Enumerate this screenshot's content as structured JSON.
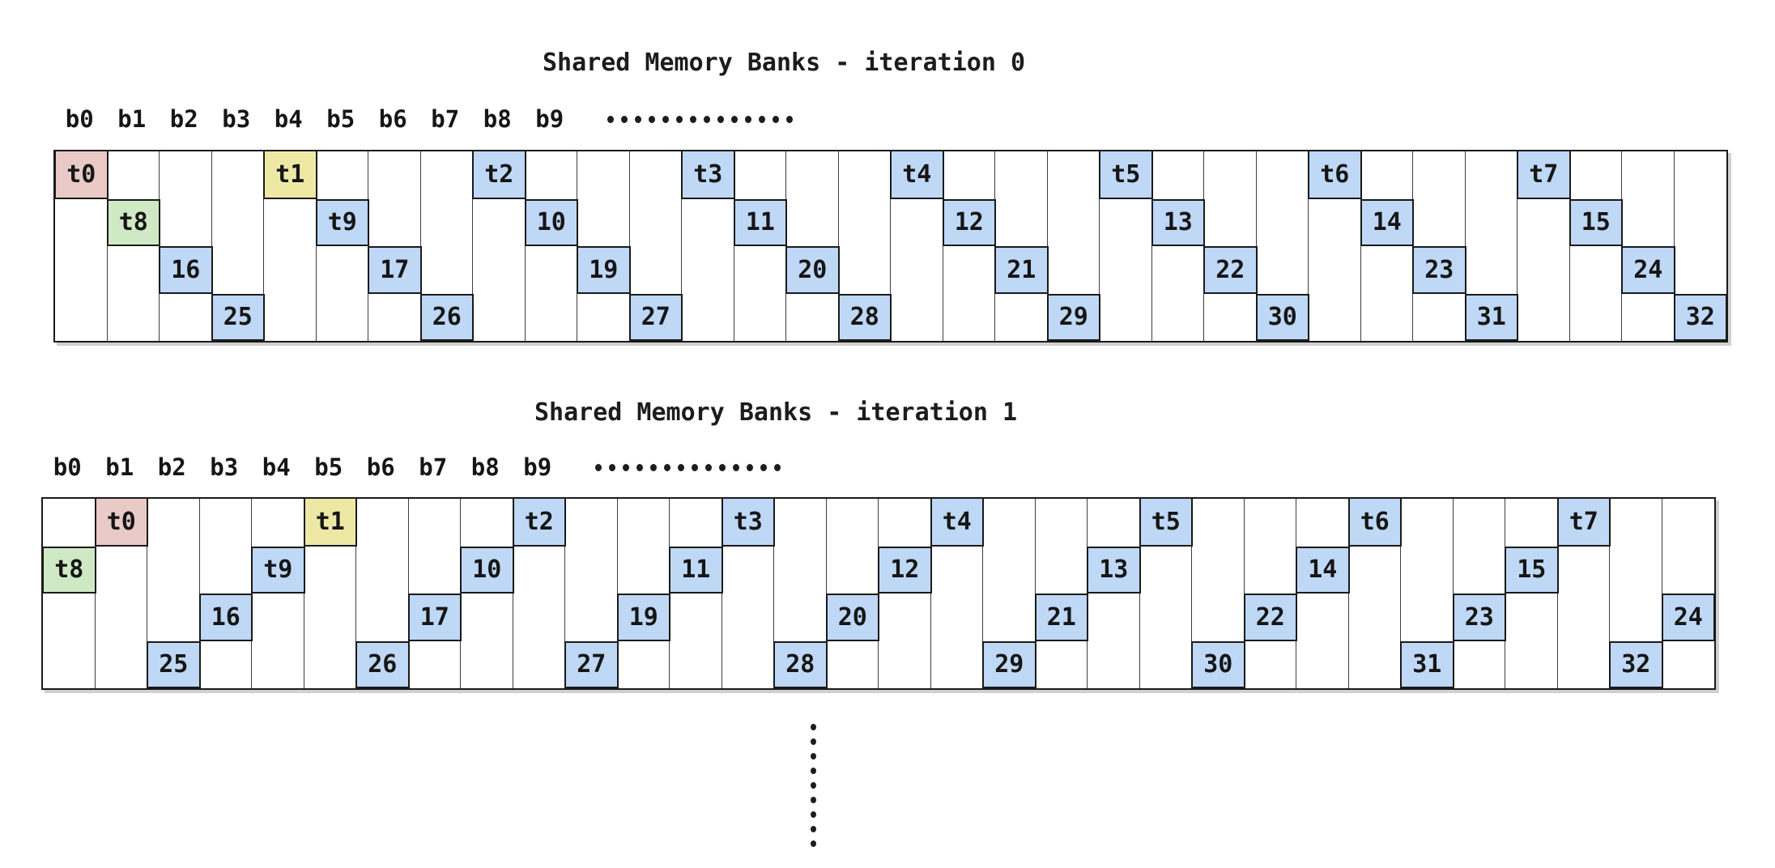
{
  "colors": {
    "blue": "#bed8f5",
    "pink": "#e9cac7",
    "green": "#cfe9c5",
    "yellow": "#ede9a5",
    "cell_border": "#1a1a1a",
    "grid_line": "#3d3d3d",
    "text": "#161616"
  },
  "banks": {
    "labels": [
      "b0",
      "b1",
      "b2",
      "b3",
      "b4",
      "b5",
      "b6",
      "b7",
      "b8",
      "b9"
    ],
    "trailing_dots": 14
  },
  "iterations": [
    {
      "title": "Shared Memory Banks - iteration 0",
      "cells": [
        {
          "label": "t0",
          "col": 0,
          "row": 0,
          "color": "pink"
        },
        {
          "label": "t8",
          "col": 1,
          "row": 1,
          "color": "green"
        },
        {
          "label": "16",
          "col": 2,
          "row": 2,
          "color": "blue"
        },
        {
          "label": "25",
          "col": 3,
          "row": 3,
          "color": "blue"
        },
        {
          "label": "t1",
          "col": 4,
          "row": 0,
          "color": "yellow"
        },
        {
          "label": "t9",
          "col": 5,
          "row": 1,
          "color": "blue"
        },
        {
          "label": "17",
          "col": 6,
          "row": 2,
          "color": "blue"
        },
        {
          "label": "26",
          "col": 7,
          "row": 3,
          "color": "blue"
        },
        {
          "label": "t2",
          "col": 8,
          "row": 0,
          "color": "blue"
        },
        {
          "label": "10",
          "col": 9,
          "row": 1,
          "color": "blue"
        },
        {
          "label": "19",
          "col": 10,
          "row": 2,
          "color": "blue"
        },
        {
          "label": "27",
          "col": 11,
          "row": 3,
          "color": "blue"
        },
        {
          "label": "t3",
          "col": 12,
          "row": 0,
          "color": "blue"
        },
        {
          "label": "11",
          "col": 13,
          "row": 1,
          "color": "blue"
        },
        {
          "label": "20",
          "col": 14,
          "row": 2,
          "color": "blue"
        },
        {
          "label": "28",
          "col": 15,
          "row": 3,
          "color": "blue"
        },
        {
          "label": "t4",
          "col": 16,
          "row": 0,
          "color": "blue"
        },
        {
          "label": "12",
          "col": 17,
          "row": 1,
          "color": "blue"
        },
        {
          "label": "21",
          "col": 18,
          "row": 2,
          "color": "blue"
        },
        {
          "label": "29",
          "col": 19,
          "row": 3,
          "color": "blue"
        },
        {
          "label": "t5",
          "col": 20,
          "row": 0,
          "color": "blue"
        },
        {
          "label": "13",
          "col": 21,
          "row": 1,
          "color": "blue"
        },
        {
          "label": "22",
          "col": 22,
          "row": 2,
          "color": "blue"
        },
        {
          "label": "30",
          "col": 23,
          "row": 3,
          "color": "blue"
        },
        {
          "label": "t6",
          "col": 24,
          "row": 0,
          "color": "blue"
        },
        {
          "label": "14",
          "col": 25,
          "row": 1,
          "color": "blue"
        },
        {
          "label": "23",
          "col": 26,
          "row": 2,
          "color": "blue"
        },
        {
          "label": "31",
          "col": 27,
          "row": 3,
          "color": "blue"
        },
        {
          "label": "t7",
          "col": 28,
          "row": 0,
          "color": "blue"
        },
        {
          "label": "15",
          "col": 29,
          "row": 1,
          "color": "blue"
        },
        {
          "label": "24",
          "col": 30,
          "row": 2,
          "color": "blue"
        },
        {
          "label": "32",
          "col": 31,
          "row": 3,
          "color": "blue"
        }
      ]
    },
    {
      "title": "Shared Memory Banks - iteration 1",
      "cells": [
        {
          "label": "t8",
          "col": 0,
          "row": 1,
          "color": "green"
        },
        {
          "label": "t0",
          "col": 1,
          "row": 0,
          "color": "pink"
        },
        {
          "label": "25",
          "col": 2,
          "row": 3,
          "color": "blue"
        },
        {
          "label": "16",
          "col": 3,
          "row": 2,
          "color": "blue"
        },
        {
          "label": "t9",
          "col": 4,
          "row": 1,
          "color": "blue"
        },
        {
          "label": "t1",
          "col": 5,
          "row": 0,
          "color": "yellow"
        },
        {
          "label": "26",
          "col": 6,
          "row": 3,
          "color": "blue"
        },
        {
          "label": "17",
          "col": 7,
          "row": 2,
          "color": "blue"
        },
        {
          "label": "10",
          "col": 8,
          "row": 1,
          "color": "blue"
        },
        {
          "label": "t2",
          "col": 9,
          "row": 0,
          "color": "blue"
        },
        {
          "label": "27",
          "col": 10,
          "row": 3,
          "color": "blue"
        },
        {
          "label": "19",
          "col": 11,
          "row": 2,
          "color": "blue"
        },
        {
          "label": "11",
          "col": 12,
          "row": 1,
          "color": "blue"
        },
        {
          "label": "t3",
          "col": 13,
          "row": 0,
          "color": "blue"
        },
        {
          "label": "28",
          "col": 14,
          "row": 3,
          "color": "blue"
        },
        {
          "label": "20",
          "col": 15,
          "row": 2,
          "color": "blue"
        },
        {
          "label": "12",
          "col": 16,
          "row": 1,
          "color": "blue"
        },
        {
          "label": "t4",
          "col": 17,
          "row": 0,
          "color": "blue"
        },
        {
          "label": "29",
          "col": 18,
          "row": 3,
          "color": "blue"
        },
        {
          "label": "21",
          "col": 19,
          "row": 2,
          "color": "blue"
        },
        {
          "label": "13",
          "col": 20,
          "row": 1,
          "color": "blue"
        },
        {
          "label": "t5",
          "col": 21,
          "row": 0,
          "color": "blue"
        },
        {
          "label": "30",
          "col": 22,
          "row": 3,
          "color": "blue"
        },
        {
          "label": "22",
          "col": 23,
          "row": 2,
          "color": "blue"
        },
        {
          "label": "14",
          "col": 24,
          "row": 1,
          "color": "blue"
        },
        {
          "label": "t6",
          "col": 25,
          "row": 0,
          "color": "blue"
        },
        {
          "label": "31",
          "col": 26,
          "row": 3,
          "color": "blue"
        },
        {
          "label": "23",
          "col": 27,
          "row": 2,
          "color": "blue"
        },
        {
          "label": "15",
          "col": 28,
          "row": 1,
          "color": "blue"
        },
        {
          "label": "t7",
          "col": 29,
          "row": 0,
          "color": "blue"
        },
        {
          "label": "32",
          "col": 30,
          "row": 3,
          "color": "blue"
        },
        {
          "label": "24",
          "col": 31,
          "row": 2,
          "color": "blue"
        }
      ]
    }
  ],
  "vertical_ellipsis_dots": 9
}
